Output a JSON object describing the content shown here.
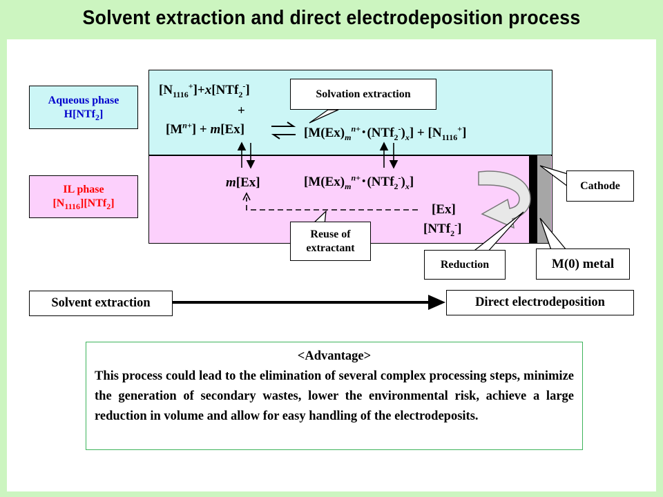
{
  "title": "Solvent extraction and direct electrodeposition process",
  "phases": {
    "aqueous": {
      "line1": "Aqueous phase",
      "line2_main": "H[NTf",
      "line2_sub": "2",
      "line2_end": "]"
    },
    "il": {
      "line1": "IL phase",
      "line2_a": "[N",
      "line2_a_sub": "1116",
      "line2_b": "][NTf",
      "line2_b_sub": "2",
      "line2_c": "]"
    }
  },
  "equation": {
    "top": {
      "a": "[N",
      "a_sub": "1116",
      "a_sup": "+",
      "b": "]+",
      "x": "x",
      "c": "[NTf",
      "c_sub": "2",
      "c_sup": "-",
      "d": "]"
    },
    "plus": "+",
    "left": {
      "a": "[M",
      "a_sup": "n+",
      "b": "] + ",
      "m": "m",
      "c": "[Ex]"
    },
    "right": {
      "a": "[M(Ex)",
      "a_sub": "m",
      "a_sup": "n+",
      "dot": "･",
      "b": "(NTf",
      "b_sub": "2",
      "b_sup": "-",
      "c": ")",
      "c_sub": "x",
      "d": "] + [N",
      "d_sub": "1116",
      "d_sup": "+",
      "e": "]"
    }
  },
  "il_species": {
    "mex_m": "m",
    "mex_rest": "[Ex]",
    "complex": {
      "a": "[M(Ex)",
      "a_sub": "m",
      "a_sup": "n+",
      "dot": "･",
      "b": "(NTf",
      "b_sub": "2",
      "b_sup": "-",
      "c": ")",
      "c_sub": "x",
      "d": "]"
    },
    "ex": "[Ex]",
    "ntf": {
      "a": "[NTf",
      "a_sub": "2",
      "a_sup": "-",
      "b": "]"
    }
  },
  "callouts": {
    "solvation": "Solvation extraction",
    "cathode": "Cathode",
    "reuse_1": "Reuse of",
    "reuse_2": "extractant",
    "reduction": "Reduction",
    "metal": "M(0) metal"
  },
  "flow": {
    "start": "Solvent extraction",
    "end": "Direct electrodeposition"
  },
  "advantage": {
    "heading": "<Advantage>",
    "body": "This process could lead to the elimination of several complex processing steps, minimize the generation of secondary wastes, lower the environmental risk, achieve a large reduction in volume and allow for easy handling of the electrodeposits."
  },
  "colors": {
    "background": "#ccf5c0",
    "aqueous": "#ccf6f6",
    "il": "#fcd0fc",
    "aqueous_text": "#0000cc",
    "il_text": "#ff0000",
    "advantage_border": "#3cb35a"
  }
}
